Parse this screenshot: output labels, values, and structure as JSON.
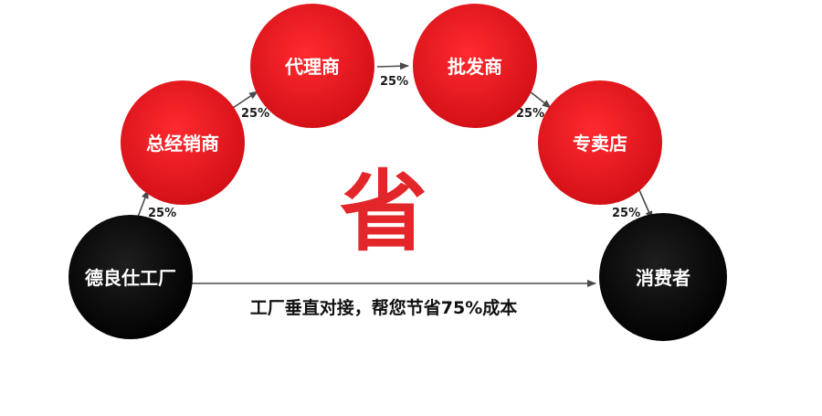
{
  "nodes": {
    "factory": {
      "label": "德良仕工厂",
      "color": "#0a0a0a"
    },
    "general_distributor": {
      "label": "总经销商",
      "color": "#e0141b"
    },
    "agent": {
      "label": "代理商",
      "color": "#e0141b"
    },
    "wholesaler": {
      "label": "批发商",
      "color": "#e0141b"
    },
    "specialty_store": {
      "label": "专卖店",
      "color": "#e0141b"
    },
    "consumer": {
      "label": "消费者",
      "color": "#0a0a0a"
    }
  },
  "markups": {
    "factory_to_general": "25%",
    "general_to_agent": "25%",
    "agent_to_wholesaler": "25%",
    "wholesaler_to_store": "25%",
    "store_to_consumer": "25%"
  },
  "center_char": "省",
  "caption": "工厂垂直对接，帮您节省75%成本"
}
